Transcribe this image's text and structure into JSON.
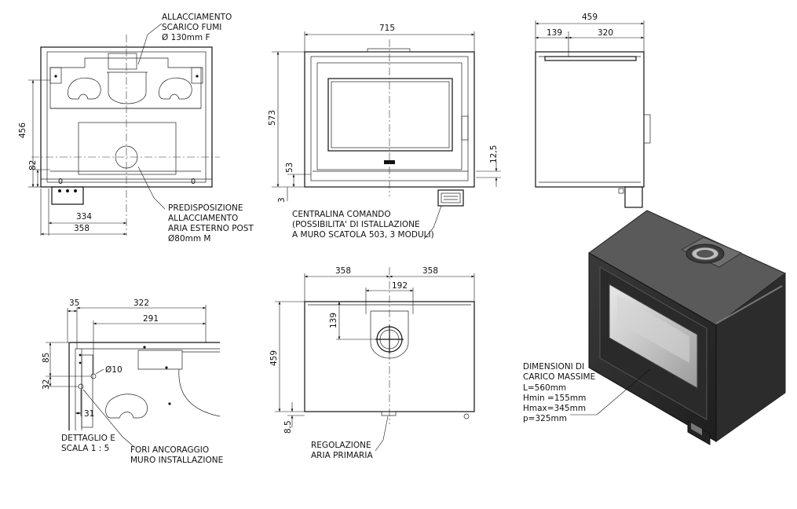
{
  "top_left": {
    "callout_flue": [
      "ALLACCIAMENTO",
      "SCARICO FUMI",
      "Ø 130mm F"
    ],
    "callout_air": [
      "PREDISPOSIZIONE",
      "ALLACCIAMENTO",
      "ARIA ESTERNO POST",
      "Ø80mm M"
    ],
    "dim_height": "456",
    "dim_low": "82",
    "dim_334": "334",
    "dim_358": "358"
  },
  "front_view": {
    "dim_width": "715",
    "dim_height": "573",
    "dim_53": "53",
    "dim_3": "3",
    "dim_12_5": "12,5",
    "callout_control": [
      "CENTRALINA COMANDO",
      "(POSSIBILITA' DI ISTALLAZIONE",
      "A MURO SCATOLA 503, 3 MODULI)"
    ]
  },
  "side_view": {
    "dim_depth": "459",
    "dim_139": "139",
    "dim_320": "320"
  },
  "detail_view": {
    "dim_35": "35",
    "dim_322": "322",
    "dim_291": "291",
    "dim_85": "85",
    "dim_32": "32",
    "dim_31": "31",
    "hole_label": "Ø10",
    "caption": [
      "DETTAGLIO E",
      "SCALA 1 : 5"
    ],
    "callout_holes": [
      "FORI ANCORAGGIO",
      "MURO INSTALLAZIONE"
    ]
  },
  "top_view": {
    "dim_358_left": "358",
    "dim_358_right": "358",
    "dim_192": "192",
    "dim_139": "139",
    "dim_459": "459",
    "dim_8_5": "8,5",
    "callout_air": [
      "REGOLAZIONE",
      "ARIA PRIMARIA"
    ]
  },
  "iso_view": {
    "callout_load": [
      "DIMENSIONI DI",
      "CARICO MASSIME",
      "L=560mm",
      "Hmin =155mm",
      "Hmax=345mm",
      "p=325mm"
    ]
  }
}
